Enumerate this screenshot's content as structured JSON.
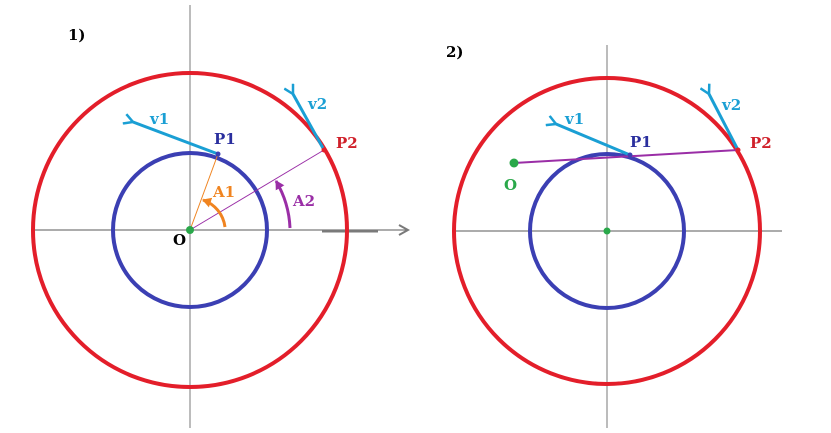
{
  "panels": [
    {
      "label": "1)",
      "origin_label": "O",
      "point1_label": "P1",
      "point2_label": "P2",
      "velocity1_label": "v1",
      "velocity2_label": "v2",
      "angle1_label": "A1",
      "angle2_label": "A2"
    },
    {
      "label": "2)",
      "origin_label": "O",
      "point1_label": "P1",
      "point2_label": "P2",
      "velocity1_label": "v1",
      "velocity2_label": "v2"
    }
  ],
  "colors": {
    "outer_circle": "#e31e2a",
    "inner_circle": "#3b3fb3",
    "axis": "#7a7a7a",
    "velocity": "#1a9fd4",
    "point2_label": "#d0202a",
    "point1_label": "#2a2f9e",
    "angle1": "#f08420",
    "angle2": "#9a2ea6",
    "origin_dot": "#2aa84a",
    "origin_label_panel1": "#000000"
  }
}
